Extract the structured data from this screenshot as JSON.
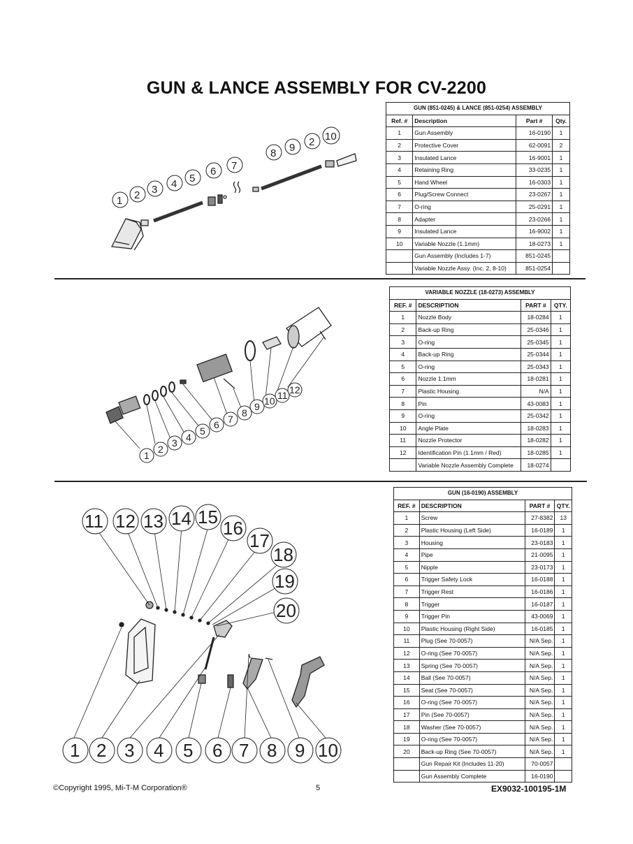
{
  "title": "GUN & LANCE ASSEMBLY FOR CV-2200",
  "tables": [
    {
      "caption": "GUN (851-0245) & LANCE (851-0254) ASSEMBLY",
      "headers": [
        "Ref. #",
        "Description",
        "Part #",
        "Qty."
      ],
      "rows": [
        [
          "1",
          "Gun Assembly",
          "16-0190",
          "1"
        ],
        [
          "2",
          "Protective Cover",
          "62-0091",
          "2"
        ],
        [
          "3",
          "Insulated Lance",
          "16-9001",
          "1"
        ],
        [
          "4",
          "Retaining Ring",
          "33-0235",
          "1"
        ],
        [
          "5",
          "Hand Wheel",
          "16-0303",
          "1"
        ],
        [
          "6",
          "Plug/Screw Connect",
          "23-0267",
          "1"
        ],
        [
          "7",
          "O-ring",
          "25-0291",
          "1"
        ],
        [
          "8",
          "Adapter",
          "23-0266",
          "1"
        ],
        [
          "9",
          "Insulated Lance",
          "16-9002",
          "1"
        ],
        [
          "10",
          "Variable Nozzle  (1.1mm)",
          "18-0273",
          "1"
        ],
        [
          "",
          "Gun Assembly  (Includes 1-7)",
          "851-0245",
          ""
        ],
        [
          "",
          "Variable Nozzle Assy.  (Inc. 2, 8-10)",
          "851-0254",
          ""
        ]
      ]
    },
    {
      "caption": "VARIABLE NOZZLE  (18-0273) ASSEMBLY",
      "headers": [
        "REF. #",
        "DESCRIPTION",
        "PART #",
        "QTY."
      ],
      "rows": [
        [
          "1",
          "Nozzle Body",
          "18-0284",
          "1"
        ],
        [
          "2",
          "Back-up Ring",
          "25-0346",
          "1"
        ],
        [
          "3",
          "O-ring",
          "25-0345",
          "1"
        ],
        [
          "4",
          "Back-up Ring",
          "25-0344",
          "1"
        ],
        [
          "5",
          "O-ring",
          "25-0343",
          "1"
        ],
        [
          "6",
          "Nozzle 1.1mm",
          "18-0281",
          "1"
        ],
        [
          "7",
          "Plastic Housing",
          "N/A",
          "1"
        ],
        [
          "8",
          "Pin",
          "43-0083",
          "1"
        ],
        [
          "9",
          "O-ring",
          "25-0342",
          "1"
        ],
        [
          "10",
          "Angle Plate",
          "18-0283",
          "1"
        ],
        [
          "11",
          "Nozzle Protector",
          "18-0282",
          "1"
        ],
        [
          "12",
          "Identification Pin  (1.1mm / Red)",
          "18-0285",
          "1"
        ],
        [
          "",
          "Variable Nozzle Assembly Complete",
          "18-0274",
          ""
        ]
      ]
    },
    {
      "caption": "GUN (16-0190) ASSEMBLY",
      "headers": [
        "REF. #",
        "DESCRIPTION",
        "PART #",
        "QTY."
      ],
      "rows": [
        [
          "1",
          "Screw",
          "27-8382",
          "13"
        ],
        [
          "2",
          "Plastic Housing  (Left Side)",
          "16-0189",
          "1"
        ],
        [
          "3",
          "Housing",
          "23-0183",
          "1"
        ],
        [
          "4",
          "Pipe",
          "21-0095",
          "1"
        ],
        [
          "5",
          "Nipple",
          "23-0173",
          "1"
        ],
        [
          "6",
          "Trigger Safety Lock",
          "16-0188",
          "1"
        ],
        [
          "7",
          "Trigger Rest",
          "16-0186",
          "1"
        ],
        [
          "8",
          "Trigger",
          "16-0187",
          "1"
        ],
        [
          "9",
          "Trigger Pin",
          "43-0069",
          "1"
        ],
        [
          "10",
          "Plastic Housing  (Right Side)",
          "16-0185",
          "1"
        ],
        [
          "11",
          "Plug  (See 70-0057)",
          "N/A Sep.",
          "1"
        ],
        [
          "12",
          "O-ring  (See 70-0057)",
          "N/A Sep.",
          "1"
        ],
        [
          "13",
          "Spring  (See 70-0057)",
          "N/A Sep.",
          "1"
        ],
        [
          "14",
          "Ball  (See 70-0057)",
          "N/A Sep.",
          "1"
        ],
        [
          "15",
          "Seat  (See 70-0057)",
          "N/A Sep.",
          "1"
        ],
        [
          "16",
          "O-ring  (See 70-0057)",
          "N/A Sep.",
          "1"
        ],
        [
          "17",
          "Pin  (See 70-0057)",
          "N/A Sep.",
          "1"
        ],
        [
          "18",
          "Washer  (See 70-0057)",
          "N/A Sep.",
          "1"
        ],
        [
          "19",
          "O-ring  (See 70-0057)",
          "N/A Sep.",
          "1"
        ],
        [
          "20",
          "Back-up Ring  (See 70-0057)",
          "N/A Sep.",
          "1"
        ],
        [
          "",
          "Gun Repair Kit  (Includes 11-20)",
          "70-0057",
          ""
        ],
        [
          "",
          "Gun Assembly Complete",
          "16-0190",
          ""
        ]
      ]
    }
  ],
  "diagram1_callouts": [
    "1",
    "2",
    "3",
    "4",
    "5",
    "6",
    "7",
    "8",
    "9",
    "2",
    "10"
  ],
  "diagram2_callouts": [
    "1",
    "2",
    "3",
    "4",
    "5",
    "6",
    "7",
    "8",
    "9",
    "10",
    "11",
    "12"
  ],
  "diagram3_top_callouts": [
    "11",
    "12",
    "13",
    "14",
    "15",
    "16",
    "17",
    "18",
    "19",
    "20"
  ],
  "diagram3_bottom_callouts": [
    "1",
    "2",
    "3",
    "4",
    "5",
    "6",
    "7",
    "8",
    "9",
    "10"
  ],
  "footer": {
    "copyright": "©Copyright  1995, Mi-T-M Corporation®",
    "page_number": "5",
    "doc_code": "EX9032-100195-1M"
  }
}
